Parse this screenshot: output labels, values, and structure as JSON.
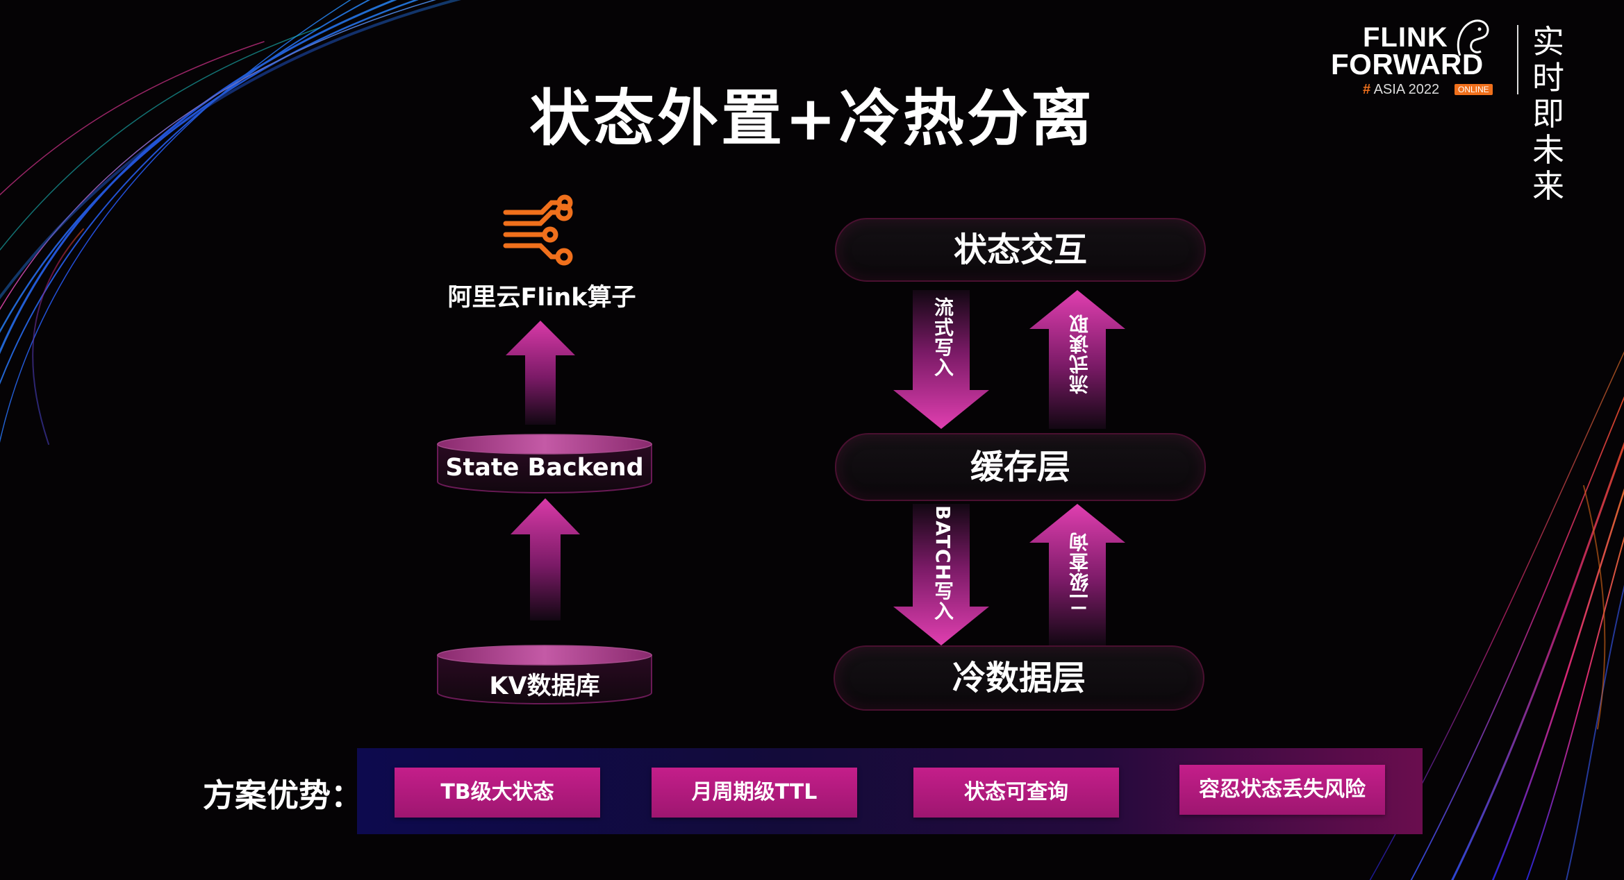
{
  "slide": {
    "title": "状态外置+冷热分离"
  },
  "logo": {
    "line1": "FLINK",
    "line2": "FORWARD",
    "hash": "#",
    "event": "ASIA 2022",
    "badge": "ONLINE",
    "slogan": "实时即未来"
  },
  "left": {
    "operator_label": "阿里云Flink算子",
    "state_backend": "State Backend",
    "kv_store": "KV数据库"
  },
  "right": {
    "top_layer": "状态交互",
    "cache_layer": "缓存层",
    "cold_layer": "冷数据层",
    "arrow_stream_write": "流式写入",
    "arrow_stream_read": "流式读取",
    "arrow_batch_write": "BATCH写入",
    "arrow_secondary_query": "二级查询"
  },
  "advantages": {
    "label": "方案优势：",
    "items": [
      "TB级大状态",
      "月周期级TTL",
      "状态可查询",
      "容忍状态丢失风险"
    ]
  },
  "colors": {
    "accent_magenta": "#c41e8a",
    "icon_orange": "#f0701c",
    "panel_blue": "#0d0a4e"
  }
}
